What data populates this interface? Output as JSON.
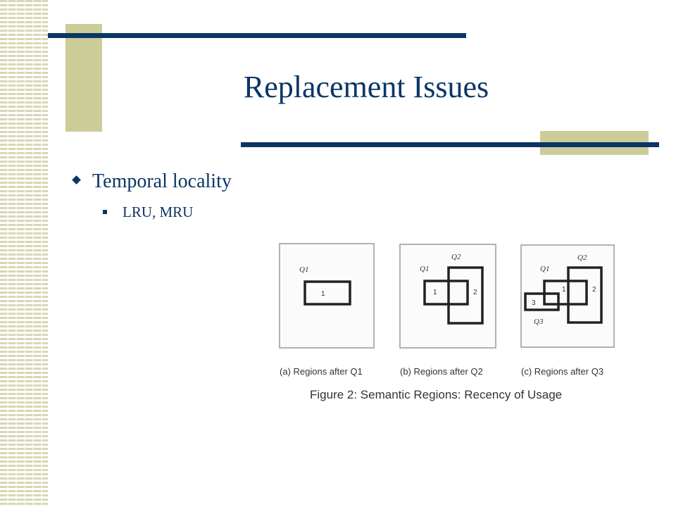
{
  "slide": {
    "title": "Replacement Issues",
    "bullets": [
      {
        "text": "Temporal locality",
        "subitems": [
          "LRU, MRU"
        ]
      }
    ]
  },
  "figure": {
    "panels": [
      {
        "caption": "(a) Regions after Q1",
        "labels": {
          "q1": "Q1",
          "r1": "1"
        }
      },
      {
        "caption": "(b) Regions after Q2",
        "labels": {
          "q1": "Q1",
          "q2": "Q2",
          "r1": "1",
          "r2": "2"
        }
      },
      {
        "caption": "(c) Regions after Q3",
        "labels": {
          "q1": "Q1",
          "q2": "Q2",
          "q3": "Q3",
          "r1": "1",
          "r2": "2",
          "r3": "3"
        }
      }
    ],
    "figure_caption": "Figure 2: Semantic Regions: Recency of Usage"
  },
  "colors": {
    "accent_navy": "#0b3565",
    "accent_khaki": "#cccc99",
    "strip_pattern": "#d7d7b4"
  }
}
